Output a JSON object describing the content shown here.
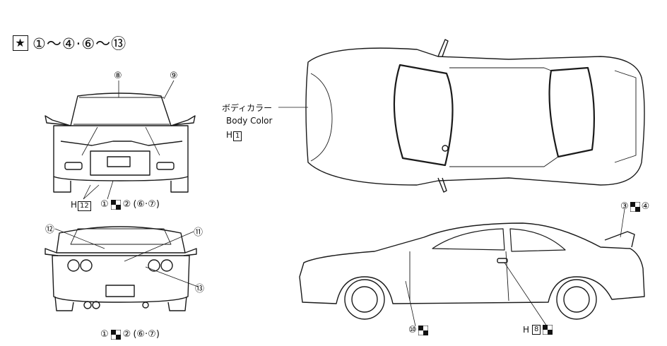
{
  "header": {
    "star_symbol": "★",
    "range_text": "①〜④·⑥〜⑬"
  },
  "front_view": {
    "callout_top_left": "⑧",
    "callout_top_right": "⑨",
    "h_label": "H",
    "h_num": "12",
    "bottom_a": "①",
    "bottom_b": "②",
    "bottom_c": "(⑥·⑦)"
  },
  "rear_view": {
    "callout_12": "⑫",
    "callout_11": "⑪",
    "callout_13": "⑬",
    "bottom_a": "①",
    "bottom_b": "②",
    "bottom_c": "(⑥·⑦)"
  },
  "top_view": {
    "body_color_jp": "ボディカラー",
    "body_color_en": "Body Color",
    "h_label": "H",
    "h_num": "1"
  },
  "side_view": {
    "callout_3": "③",
    "callout_4": "④",
    "callout_10": "⑩",
    "h_label": "H",
    "h_num": "8"
  },
  "colors": {
    "line": "#1a1a1a",
    "fill": "#ffffff"
  }
}
